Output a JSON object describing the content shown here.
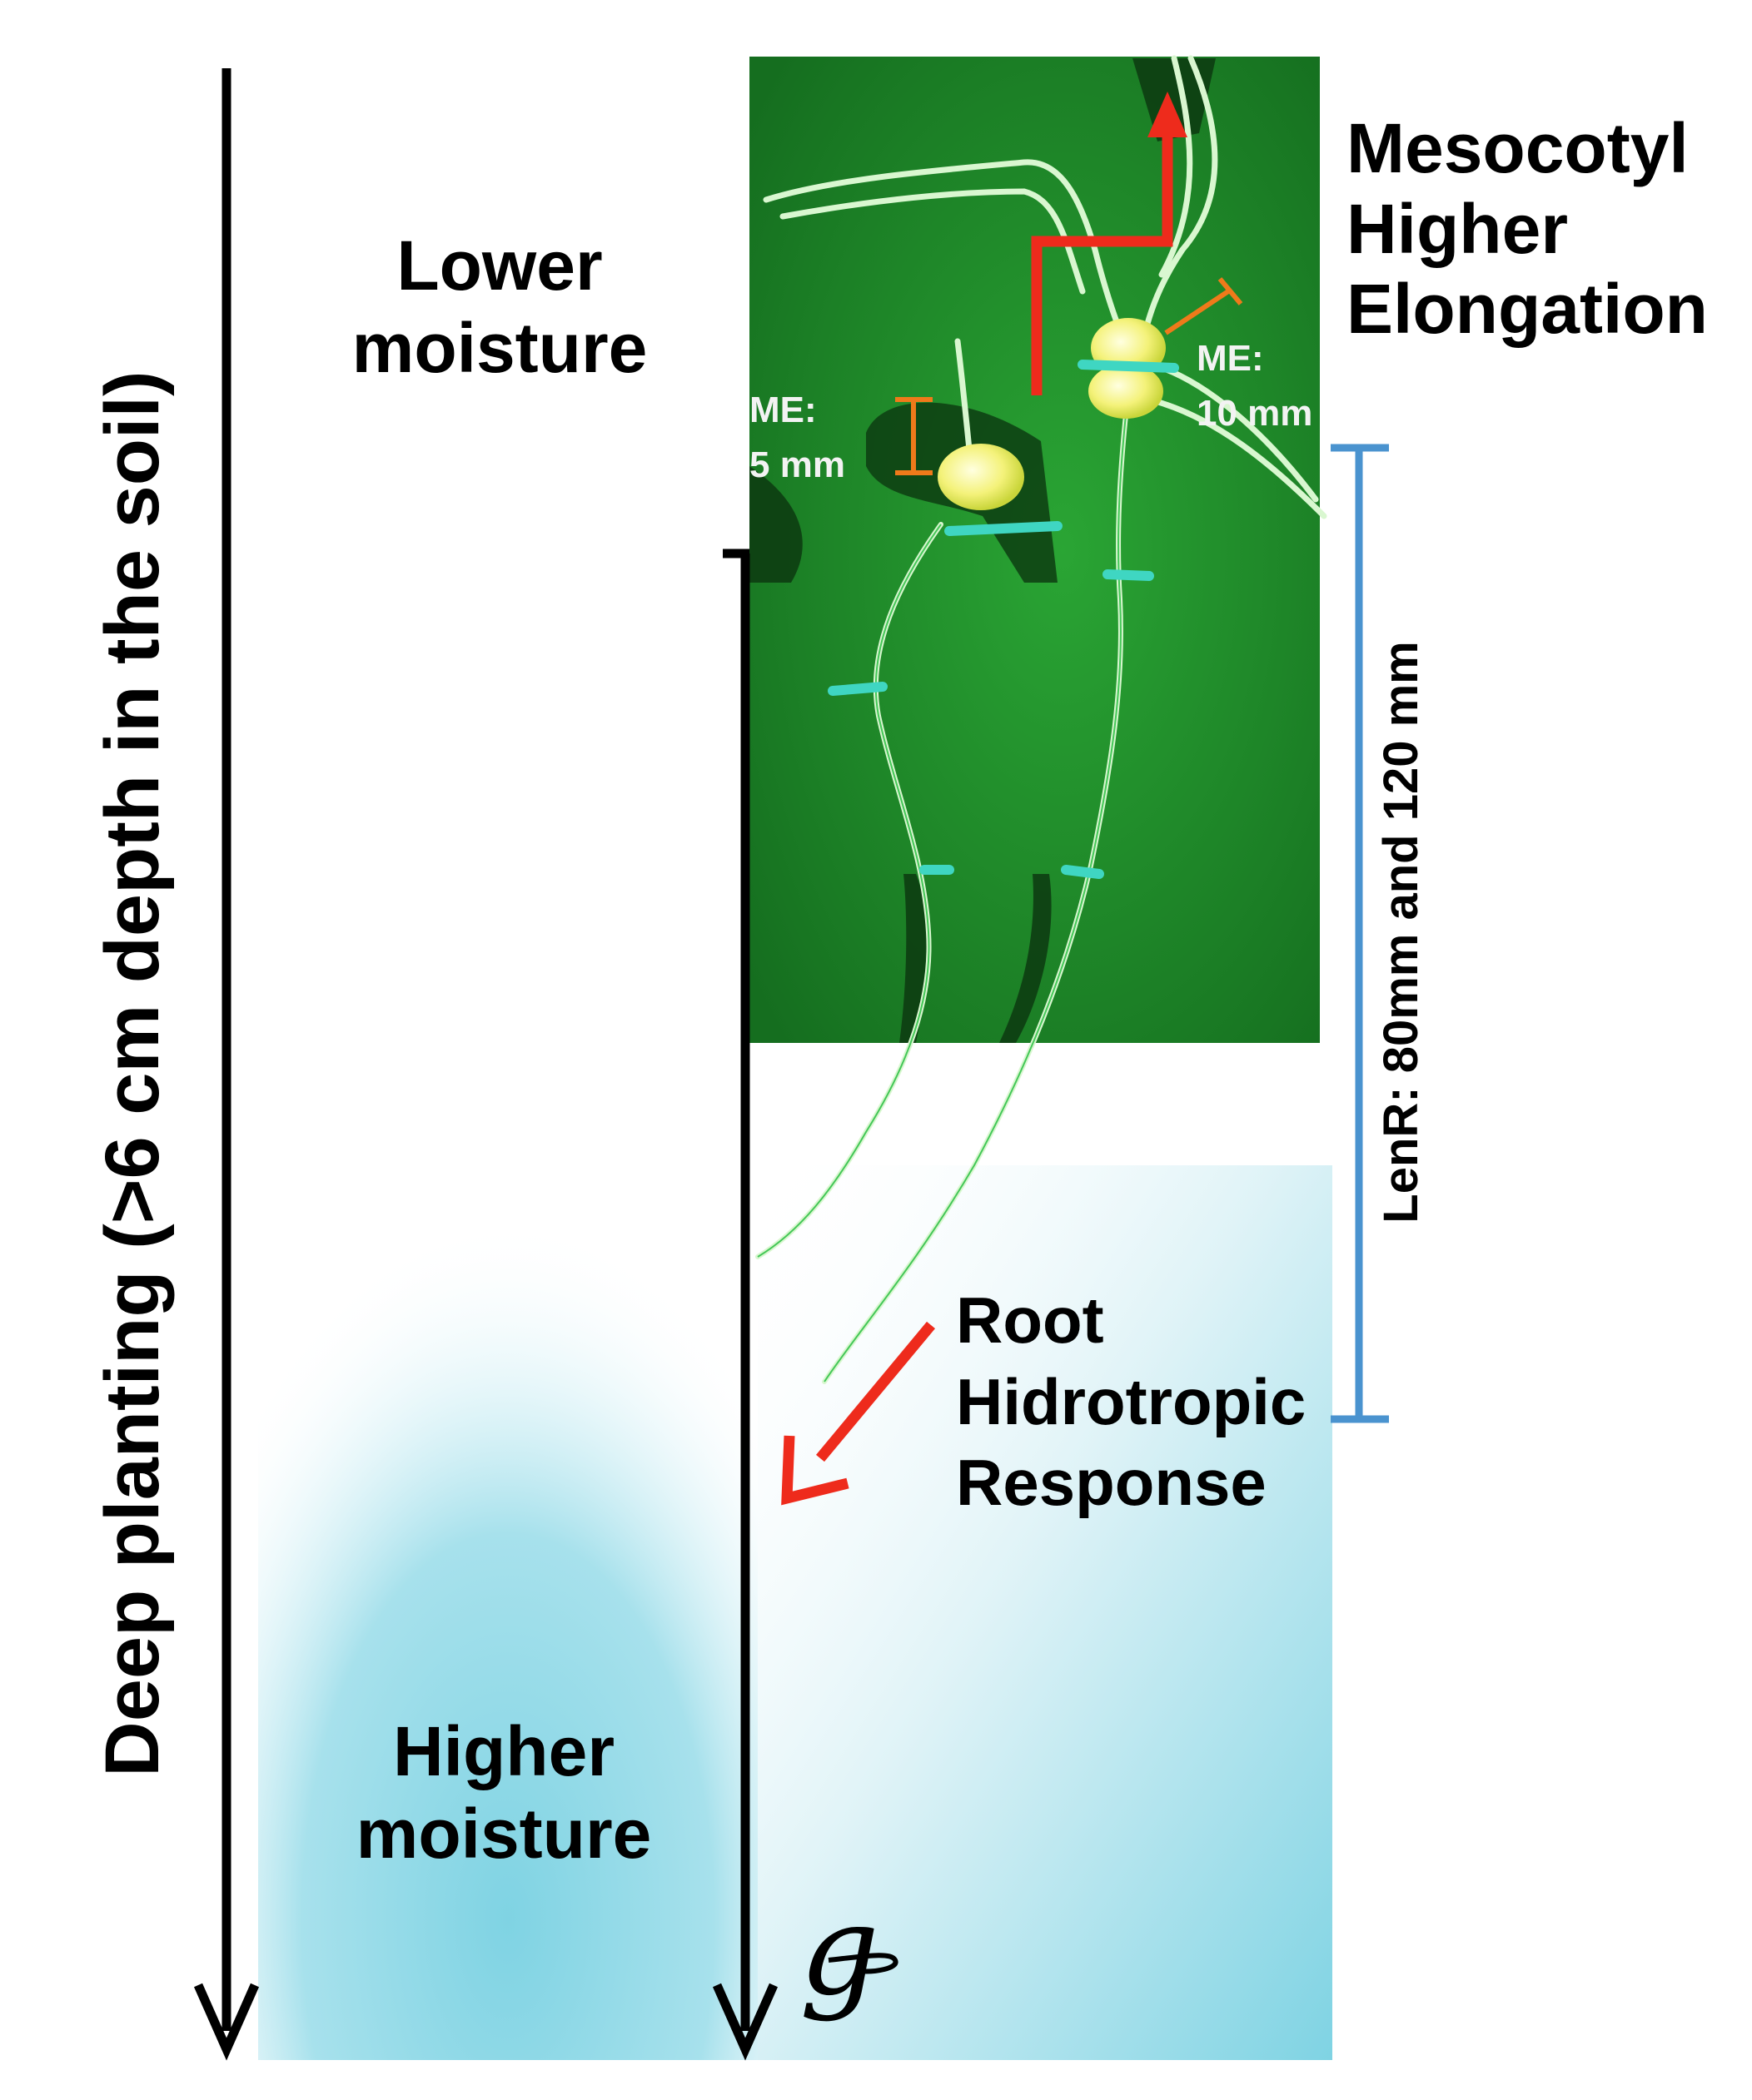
{
  "vertical_axis_label": "Deep planting (>6 cm depth in the soil)",
  "zones": {
    "lower_moisture": [
      "Lower",
      "moisture"
    ],
    "higher_moisture": [
      "Higher",
      "moisture"
    ]
  },
  "mesocotyl_label": [
    "Mesocotyl",
    "Higher",
    "Elongation"
  ],
  "me_labels": [
    {
      "title": "ME:",
      "value": "5 mm"
    },
    {
      "title": "ME:",
      "value": "10 mm"
    }
  ],
  "root_length_label": "LenR:  80mm and 120 mm",
  "root_response_label": [
    "Root",
    "Hidrotropic",
    "Response"
  ],
  "gravity_symbol": "g",
  "colors": {
    "moisture_gradient": "#7fd3e3",
    "seedling_photo_bg": "#1f8f2a",
    "root": "#d9f7d0",
    "red_arrow": "#ee2b1c",
    "orange_bracket": "#ef7a1a",
    "blue_bracket": "#4a93cf"
  }
}
